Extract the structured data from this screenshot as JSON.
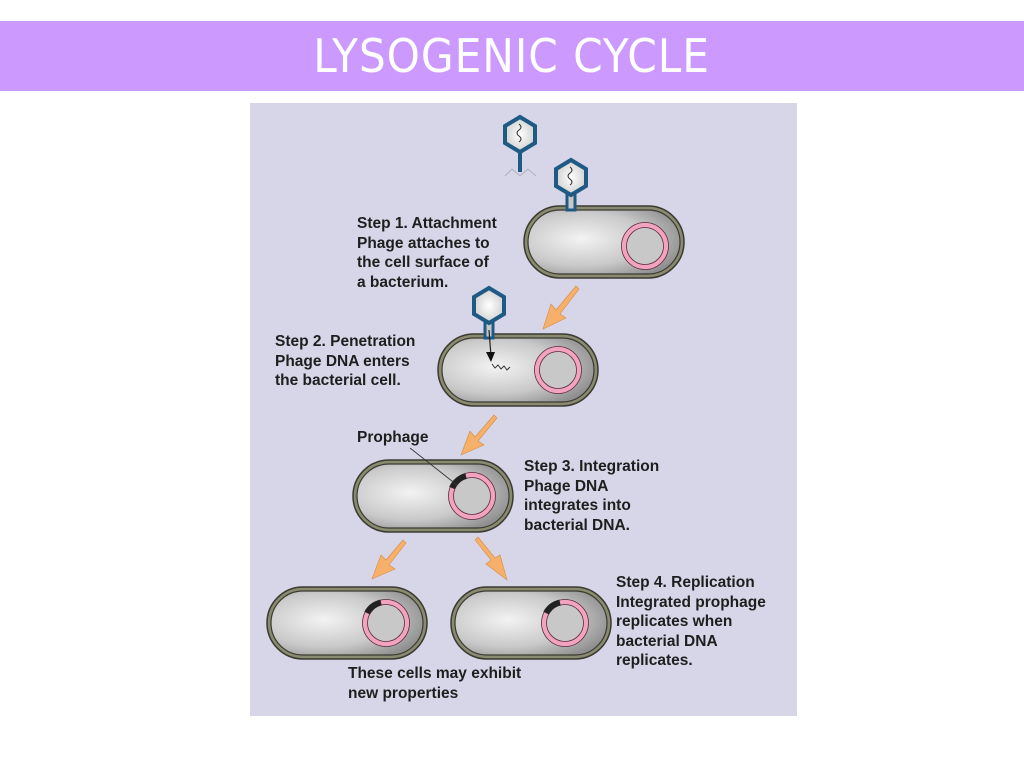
{
  "title": "LYSOGENIC CYCLE",
  "colors": {
    "banner": "#cc99ff",
    "panel": "#d6d6e8",
    "phage_outline": "#1f5a85",
    "cell_wall": "#8a8a70",
    "bacterial_dna": "#f2a3c0",
    "prophage": "#222222",
    "arrow": "#f7b06a"
  },
  "steps": [
    {
      "id": "step1",
      "heading": "Step 1. Attachment",
      "lines": [
        "Phage attaches to",
        "the cell surface of",
        "a bacterium."
      ]
    },
    {
      "id": "step2",
      "heading": "Step 2. Penetration",
      "lines": [
        "Phage DNA enters",
        "the bacterial cell."
      ]
    },
    {
      "id": "step3",
      "heading": "Step 3. Integration",
      "lines": [
        "Phage DNA",
        "integrates into",
        "bacterial DNA."
      ]
    },
    {
      "id": "step4",
      "heading": "Step 4. Replication",
      "lines": [
        "Integrated prophage",
        "replicates when",
        "bacterial DNA",
        "replicates."
      ]
    }
  ],
  "callouts": {
    "prophage": "Prophage",
    "new_properties": [
      "These cells may exhibit",
      "new properties"
    ]
  }
}
